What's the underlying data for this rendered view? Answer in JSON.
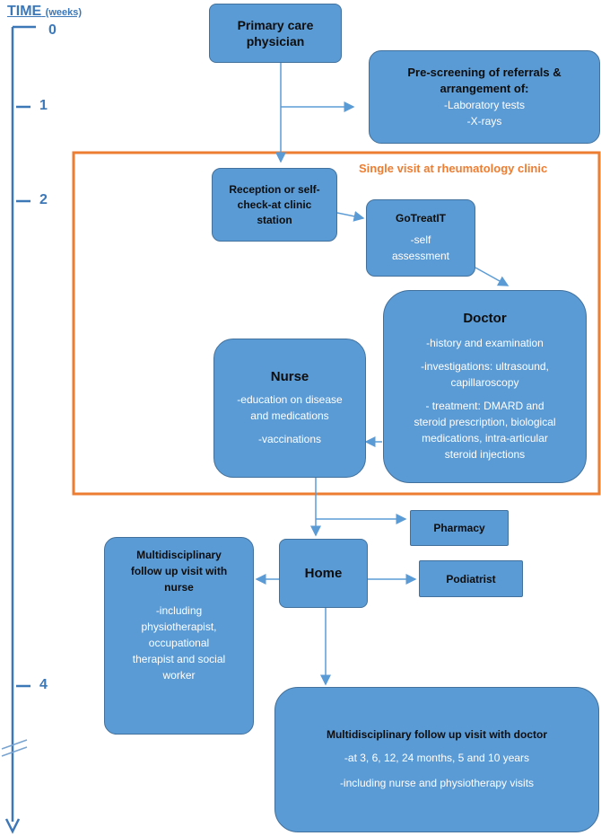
{
  "timeline": {
    "title": "TIME",
    "unit": "(weeks)",
    "ticks": [
      "0",
      "1",
      "2",
      "4"
    ]
  },
  "clinic_label": "Single visit at rheumatology clinic",
  "boxes": {
    "primary_care": {
      "title": "Primary care physician"
    },
    "prescreening": {
      "title": "Pre-screening of referrals & arrangement of:",
      "lines": [
        "-Laboratory tests",
        "-X-rays"
      ]
    },
    "reception": {
      "title": "Reception or self-check-at clinic station"
    },
    "gotreatit": {
      "title": "GoTreatIT",
      "lines": [
        "-self",
        "assessment"
      ]
    },
    "doctor": {
      "title": "Doctor",
      "lines": [
        "-history and examination",
        "-investigations: ultrasound,",
        "capillaroscopy",
        "- treatment: DMARD and",
        "steroid prescription, biological",
        "medications, intra-articular",
        "steroid injections"
      ]
    },
    "nurse": {
      "title": "Nurse",
      "lines": [
        "-education on disease",
        "and medications",
        "-vaccinations"
      ]
    },
    "pharmacy": {
      "title": "Pharmacy"
    },
    "home": {
      "title": "Home"
    },
    "podiatrist": {
      "title": "Podiatrist"
    },
    "mdt_nurse": {
      "title": "Multidisciplinary follow up visit with nurse",
      "lines": [
        "-including",
        "physiotherapist,",
        "occupational",
        "therapist and social",
        "worker"
      ]
    },
    "mdt_doctor": {
      "title": "Multidisciplinary follow up visit with doctor",
      "lines": [
        "-at 3, 6, 12, 24 months, 5 and 10 years",
        "-including nurse and physiotherapy visits"
      ]
    }
  },
  "colors": {
    "box_fill": "#5b9bd5",
    "box_border": "#41719c",
    "clinic_frame": "#ed7d31",
    "timeline": "#3c77b8"
  }
}
